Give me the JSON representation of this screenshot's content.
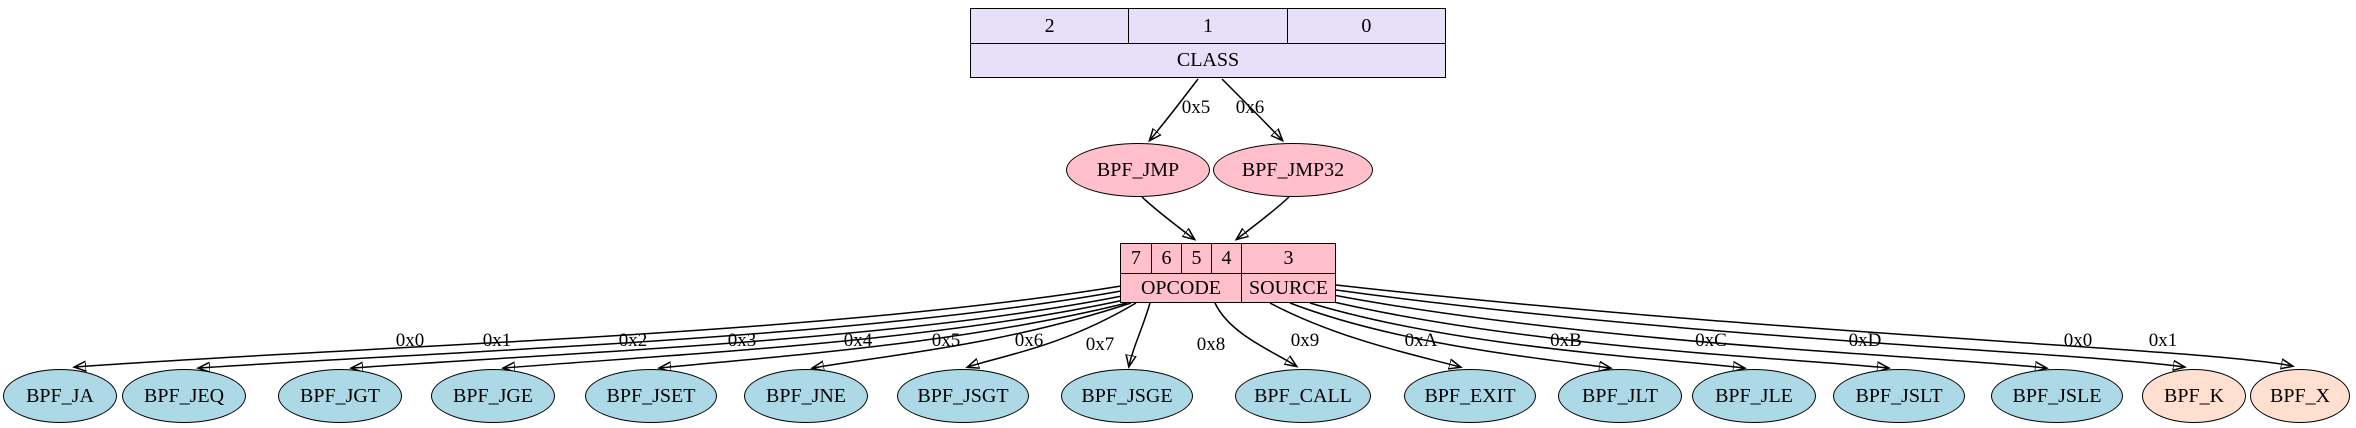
{
  "colors": {
    "background": "#FFFFFF",
    "class_fill": "#E6E0F8",
    "jmp_fill": "#FFC0CB",
    "opcode_fill": "#FFC0CB",
    "leaf_fill": "#ADD8E6",
    "source_leaf_fill": "#FFE0D0",
    "edge_color": "#000000",
    "text_color": "#000000"
  },
  "class_node": {
    "bits": [
      "2",
      "1",
      "0"
    ],
    "label": "CLASS"
  },
  "class_edges": [
    {
      "label": "0x5",
      "target": "BPF_JMP"
    },
    {
      "label": "0x6",
      "target": "BPF_JMP32"
    }
  ],
  "jmp_nodes": [
    {
      "label": "BPF_JMP"
    },
    {
      "label": "BPF_JMP32"
    }
  ],
  "opcode_node": {
    "bits": [
      "7",
      "6",
      "5",
      "4",
      "3"
    ],
    "fields": [
      "OPCODE",
      "SOURCE"
    ]
  },
  "opcode_edges": [
    {
      "label": "0x0",
      "target": "BPF_JA"
    },
    {
      "label": "0x1",
      "target": "BPF_JEQ"
    },
    {
      "label": "0x2",
      "target": "BPF_JGT"
    },
    {
      "label": "0x3",
      "target": "BPF_JGE"
    },
    {
      "label": "0x4",
      "target": "BPF_JSET"
    },
    {
      "label": "0x5",
      "target": "BPF_JNE"
    },
    {
      "label": "0x6",
      "target": "BPF_JSGT"
    },
    {
      "label": "0x7",
      "target": "BPF_JSGE"
    },
    {
      "label": "0x8",
      "target": "BPF_CALL"
    },
    {
      "label": "0x9",
      "target": "BPF_EXIT"
    },
    {
      "label": "0xA",
      "target": "BPF_JLT"
    },
    {
      "label": "0xB",
      "target": "BPF_JLE"
    },
    {
      "label": "0xC",
      "target": "BPF_JSLT"
    },
    {
      "label": "0xD",
      "target": "BPF_JSLE"
    },
    {
      "label": "0x0",
      "target": "BPF_K"
    },
    {
      "label": "0x1",
      "target": "BPF_X"
    }
  ],
  "leaf_nodes": [
    {
      "label": "BPF_JA",
      "group": "opcode"
    },
    {
      "label": "BPF_JEQ",
      "group": "opcode"
    },
    {
      "label": "BPF_JGT",
      "group": "opcode"
    },
    {
      "label": "BPF_JGE",
      "group": "opcode"
    },
    {
      "label": "BPF_JSET",
      "group": "opcode"
    },
    {
      "label": "BPF_JNE",
      "group": "opcode"
    },
    {
      "label": "BPF_JSGT",
      "group": "opcode"
    },
    {
      "label": "BPF_JSGE",
      "group": "opcode"
    },
    {
      "label": "BPF_CALL",
      "group": "opcode"
    },
    {
      "label": "BPF_EXIT",
      "group": "opcode"
    },
    {
      "label": "BPF_JLT",
      "group": "opcode"
    },
    {
      "label": "BPF_JLE",
      "group": "opcode"
    },
    {
      "label": "BPF_JSLT",
      "group": "opcode"
    },
    {
      "label": "BPF_JSLE",
      "group": "opcode"
    },
    {
      "label": "BPF_K",
      "group": "source"
    },
    {
      "label": "BPF_X",
      "group": "source"
    }
  ]
}
